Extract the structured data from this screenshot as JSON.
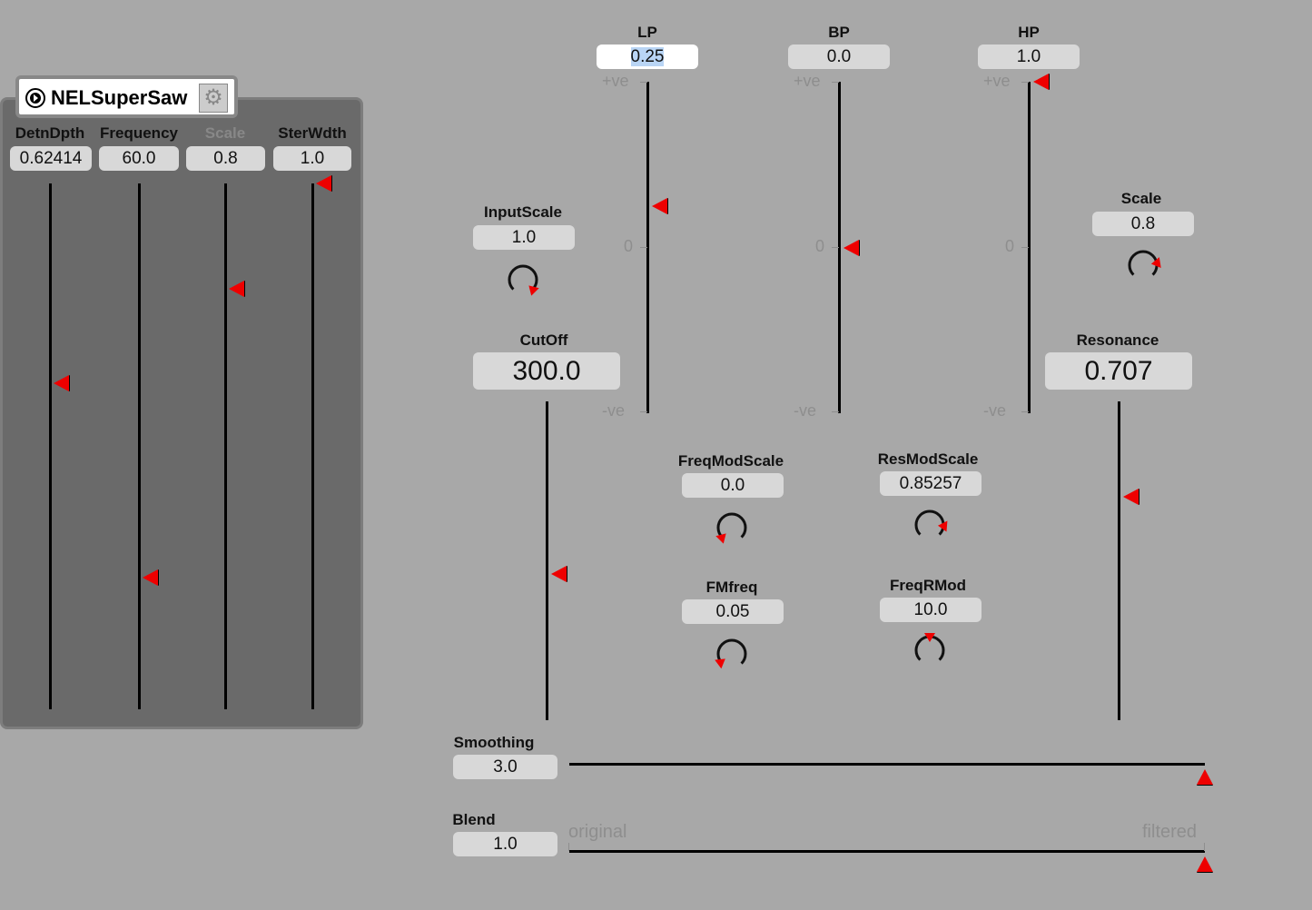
{
  "device": {
    "title": "NELSuperSaw",
    "icons": [
      "play-circle-icon",
      "gear-icon"
    ],
    "params": [
      {
        "label": "DetnDpth",
        "value": "0.62414",
        "position": 0.62,
        "enabled": true
      },
      {
        "label": "Frequency",
        "value": "60.0",
        "position": 0.25,
        "enabled": true
      },
      {
        "label": "Scale",
        "value": "0.8",
        "position": 0.8,
        "enabled": false
      },
      {
        "label": "SterWdth",
        "value": "1.0",
        "position": 1.0,
        "enabled": true
      }
    ]
  },
  "filters": [
    {
      "label": "LP",
      "value": "0.25",
      "position": 0.25,
      "selected": true
    },
    {
      "label": "BP",
      "value": "0.0",
      "position": 0.0
    },
    {
      "label": "HP",
      "value": "1.0",
      "position": 1.0
    }
  ],
  "scale_ticks": {
    "top": "+ve",
    "mid": "0",
    "bottom": "-ve"
  },
  "input_scale": {
    "label": "InputScale",
    "value": "1.0",
    "position": 1.0
  },
  "scale": {
    "label": "Scale",
    "value": "0.8",
    "position": 0.8
  },
  "cutoff": {
    "label": "CutOff",
    "value": "300.0",
    "position": 0.46
  },
  "resonance": {
    "label": "Resonance",
    "value": "0.707",
    "position": 0.7
  },
  "freq_mod_scale": {
    "label": "FreqModScale",
    "value": "0.0",
    "position": 0.0
  },
  "res_mod_scale": {
    "label": "ResModScale",
    "value": "0.85257",
    "position": 0.85
  },
  "fm_freq": {
    "label": "FMfreq",
    "value": "0.05",
    "position": 0.03
  },
  "freq_r_mod": {
    "label": "FreqRMod",
    "value": "10.0",
    "position": 0.5
  },
  "smoothing": {
    "label": "Smoothing",
    "value": "3.0",
    "position": 1.0
  },
  "blend": {
    "label": "Blend",
    "value": "1.0",
    "position": 1.0,
    "left_label": "original",
    "right_label": "filtered"
  },
  "colors": {
    "accent": "#e00000",
    "background": "#a8a8a8",
    "panel": "#6a6a6a"
  }
}
